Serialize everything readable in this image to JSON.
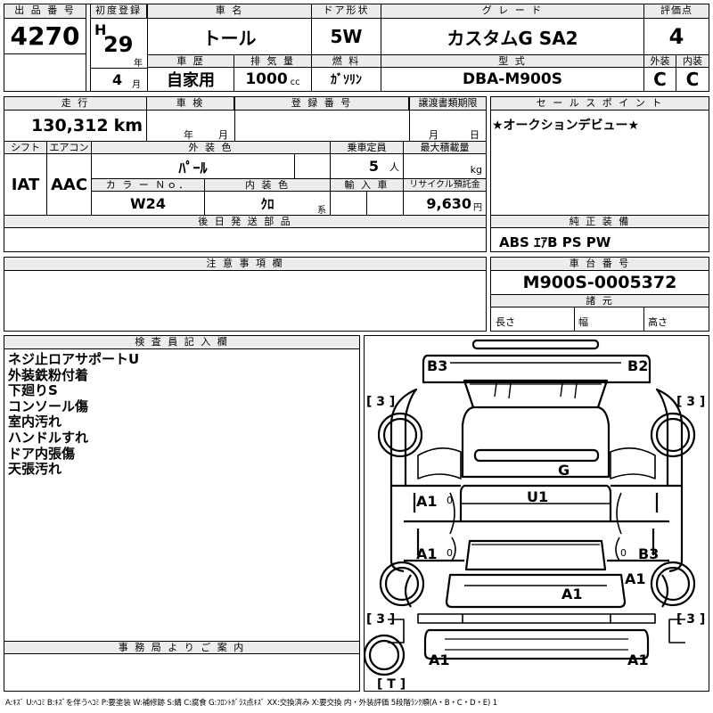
{
  "top": {
    "lot_header": "出 品 番 号",
    "lot": "4270",
    "reg_header": "初度登録",
    "era": "H",
    "year": "29",
    "year_unit": "年",
    "month": "4",
    "month_unit": "月",
    "name_header": "車 名",
    "name": "トール",
    "door_header": "ドア形状",
    "door": "5W",
    "grade_header": "グ レ ー ド",
    "grade": "カスタムG SA2",
    "score_header": "評価点",
    "score": "4",
    "history_header": "車 歴",
    "history": "自家用",
    "disp_header": "排 気 量",
    "disp": "1000",
    "disp_unit": "cc",
    "fuel_header": "燃 料",
    "fuel": "ｶﾞｿﾘﾝ",
    "model_header": "型 式",
    "model": "DBA-M900S",
    "ext_header": "外装",
    "ext": "C",
    "int_header": "内装",
    "int": "C"
  },
  "mid": {
    "mileage_header": "走 行",
    "mileage": "130,312",
    "mileage_unit": "km",
    "inspection_header": "車 検",
    "inspection_year": "年",
    "inspection_month": "月",
    "plate_header": "登 録 番 号",
    "transfer_header": "譲渡書類期限",
    "transfer_month": "月",
    "transfer_day": "日",
    "shift_header": "シフト",
    "shift": "IAT",
    "ac_header": "エアコン",
    "ac": "AAC",
    "color_header": "外 装 色",
    "color": "ﾊﾟｰﾙ",
    "seats_header": "乗車定員",
    "seats": "5",
    "seats_unit": "人",
    "load_header": "最大積載量",
    "load_unit": "kg",
    "color_no_header": "カ ラ ー Ｎｏ．",
    "color_no": "W24",
    "int_color_header": "内 装 色",
    "int_color": "ｸﾛ",
    "int_color_unit": "系",
    "import_header": "輸 入 車",
    "recycle_header": "リサイクル預託金",
    "recycle": "9,630",
    "recycle_unit": "円",
    "later_header": "後 日 発 送 部 品"
  },
  "sales": {
    "header": "セ ー ル ス ポ イ ン ト",
    "text": "★オークションデビュー★"
  },
  "equip": {
    "header": "純 正 装 備",
    "text": "ABS ｴｱB PS PW"
  },
  "notes": {
    "header": "注 意 事 項 欄"
  },
  "chassis": {
    "header": "車 台 番 号",
    "number": "M900S-0005372",
    "dims_header": "諸 元",
    "length": "長さ",
    "width": "幅",
    "height": "高さ"
  },
  "inspector": {
    "header": "検 査 員 記 入 欄",
    "lines": [
      "ネジ止ロアサポートU",
      "外装鉄粉付着",
      "下廻りS",
      "コンソール傷",
      "室内汚れ",
      "ハンドルすれ",
      "ドア内張傷",
      "天張汚れ"
    ]
  },
  "office": {
    "header": "事 務 局 よ り ご 案 内"
  },
  "diagram": {
    "marks": {
      "b3_top": "B3",
      "b2_top": "B2",
      "g": "G",
      "u1": "U1",
      "a1_left_front": "A1",
      "a1_left_rear": "A1",
      "b3_right": "B3",
      "a1_right": "A1",
      "a1_rear_center": "A1",
      "a1_bottom_left": "A1",
      "a1_bottom_right": "A1",
      "tire_fl": "[ 3 ]",
      "tire_fr": "[ 3 ]",
      "tire_rl": "[ 3 ]",
      "tire_rr": "[ 3 ]",
      "spare": "[ T ]",
      "zero_l1": "0",
      "zero_l2": "0",
      "zero_r1": "0"
    }
  },
  "legend": "A:ｷｽﾞ U:ﾍｺﾐ B:ｷｽﾞを伴うﾍｺﾐ P:要塗装 W:補修跡 S:錆 C:腐食 G:ﾌﾛﾝﾄｶﾞﾗｽ点ｷｽﾞ XX:交換済み X:要交換 内・外装評価 5段階ﾗﾝｸ順(A・B・C・D・E) 1"
}
